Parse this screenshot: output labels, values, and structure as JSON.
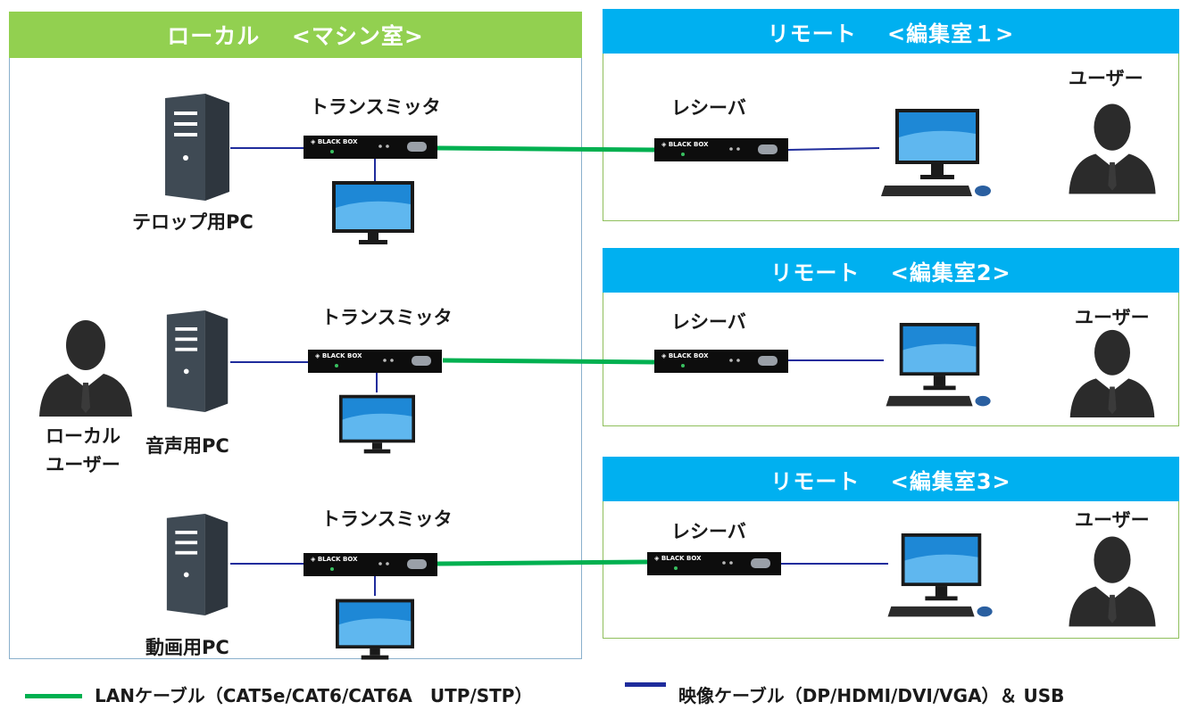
{
  "local": {
    "header": "ローカル　 <マシン室>",
    "transmitter_label": "トランスミッタ",
    "local_user_line1": "ローカル",
    "local_user_line2": "ユーザー",
    "pcs": [
      {
        "label": "テロップ用PC"
      },
      {
        "label": "音声用PC"
      },
      {
        "label": "動画用PC"
      }
    ]
  },
  "remotes": [
    {
      "header": "リモート　 <編集室１>",
      "receiver_label": "レシーバ",
      "user_label": "ユーザー"
    },
    {
      "header": "リモート　 <編集室2>",
      "receiver_label": "レシーバ",
      "user_label": "ユーザー"
    },
    {
      "header": "リモート　 <編集室3>",
      "receiver_label": "レシーバ",
      "user_label": "ユーザー"
    }
  ],
  "device": {
    "brand": "◈ BLACK BOX"
  },
  "legend": {
    "lan": "LANケーブル（CAT5e/CAT6/CAT6A　UTP/STP）",
    "video": "映像ケーブル（DP/HDMI/DVI/VGA）＆ USB"
  },
  "colors": {
    "local_header": "#92d050",
    "remote_header": "#00b0f0",
    "lan_cable": "#00b050",
    "video_cable": "#1f2c9c"
  },
  "icons": [
    "pc-tower-icon",
    "monitor-icon",
    "keyboard-icon",
    "mouse-icon",
    "user-icon",
    "extender-icon"
  ]
}
